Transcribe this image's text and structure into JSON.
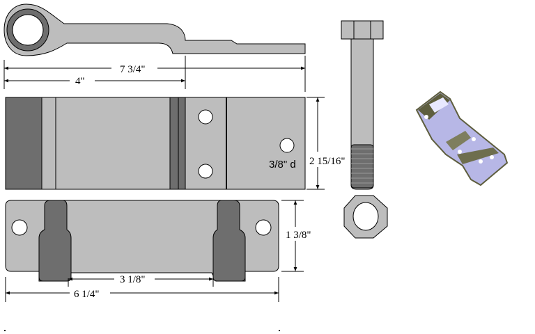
{
  "drawing": {
    "colors": {
      "part_fill": "#bdbdbd",
      "dark_fill": "#6e6e6e",
      "outline": "#000000",
      "hole_fill": "#ffffff",
      "photo_metal": "#b7b7e6",
      "photo_dark": "#5e5e3e"
    },
    "dimensions": {
      "overall_length": "7 3/4\"",
      "eye_to_bend": "4\"",
      "plate_height": "2 15/16\"",
      "hole_diameter": "3/8\" d",
      "bracket_height": "1 3/8\"",
      "inner_width": "3 1/8\"",
      "overall_width": "6 1/4\""
    }
  }
}
